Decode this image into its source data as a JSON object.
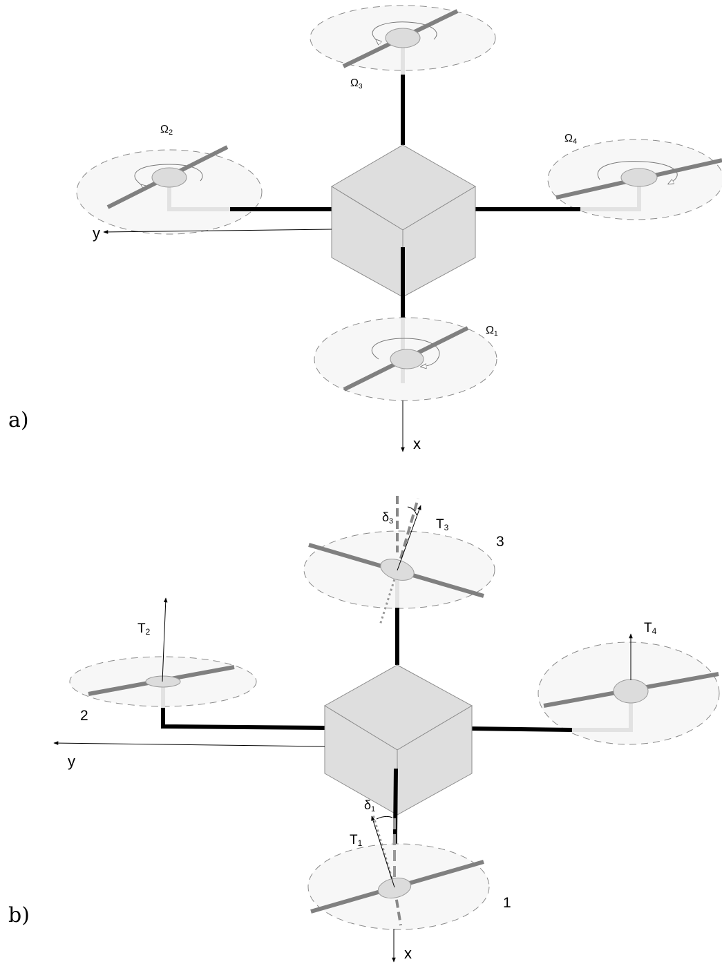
{
  "panel_a": {
    "tag": "a)",
    "axis_x": "x",
    "axis_y": "y",
    "rotor_labels": {
      "r1": {
        "base": "Ω",
        "sub": "1"
      },
      "r2": {
        "base": "Ω",
        "sub": "2"
      },
      "r3": {
        "base": "Ω",
        "sub": "3"
      },
      "r4": {
        "base": "Ω",
        "sub": "4"
      }
    }
  },
  "panel_b": {
    "tag": "b)",
    "axis_x": "x",
    "axis_y": "y",
    "rotor_numbers": {
      "r1": "1",
      "r2": "2",
      "r3": "3"
    },
    "thrust_labels": {
      "t1": {
        "base": "T",
        "sub": "1"
      },
      "t2": {
        "base": "T",
        "sub": "2"
      },
      "t3": {
        "base": "T",
        "sub": "3"
      },
      "t4": {
        "base": "T",
        "sub": "4"
      }
    },
    "tilt_labels": {
      "d1": {
        "base": "δ",
        "sub": "1"
      },
      "d3": {
        "base": "δ",
        "sub": "3"
      }
    }
  }
}
